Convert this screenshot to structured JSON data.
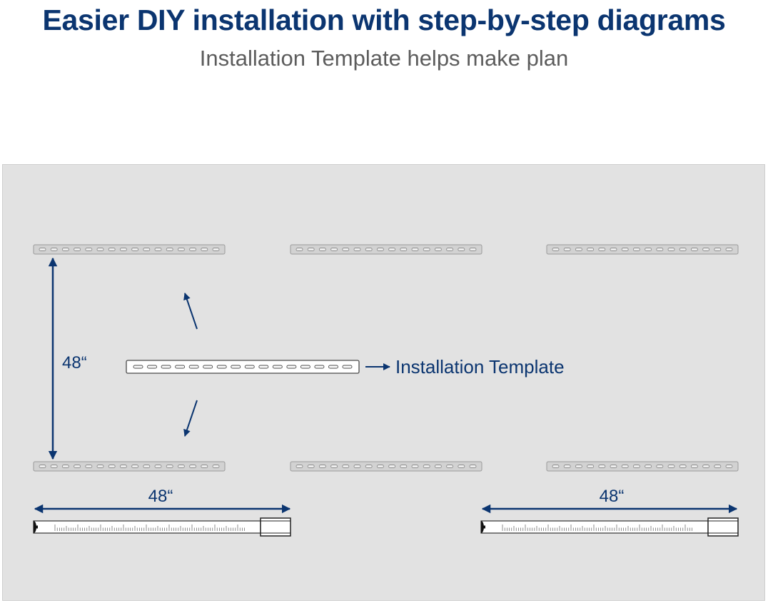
{
  "header": {
    "title": "Easier DIY installation with step-by-step diagrams",
    "subtitle": "Installation Template helps make plan"
  },
  "diagram": {
    "vertical_dimension": "48“",
    "horizontal_dimension_left": "48“",
    "horizontal_dimension_right": "48“",
    "template_label": "Installation Template",
    "colors": {
      "accent": "#0b3570",
      "panel": "#e2e2e2",
      "rail": "#d2d2d2"
    }
  }
}
